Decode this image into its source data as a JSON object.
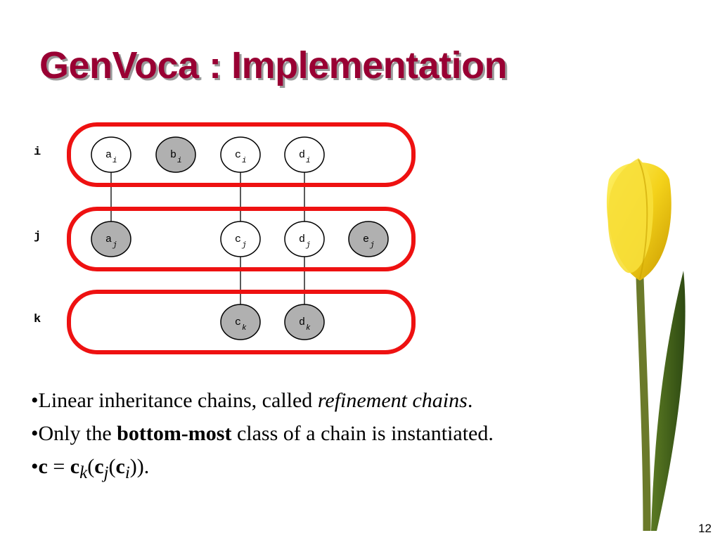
{
  "slide": {
    "title": "GenVoca : Implementation",
    "page_number": "12"
  },
  "diagram": {
    "levels": [
      {
        "label": "i",
        "nodes": [
          {
            "letter": "a",
            "sub": "i",
            "filled": false
          },
          {
            "letter": "b",
            "sub": "i",
            "filled": true
          },
          {
            "letter": "c",
            "sub": "i",
            "filled": false
          },
          {
            "letter": "d",
            "sub": "i",
            "filled": false
          }
        ]
      },
      {
        "label": "j",
        "nodes": [
          {
            "letter": "a",
            "sub": "j",
            "filled": true
          },
          {
            "letter": "c",
            "sub": "j",
            "filled": false
          },
          {
            "letter": "d",
            "sub": "j",
            "filled": false
          },
          {
            "letter": "e",
            "sub": "j",
            "filled": true
          }
        ]
      },
      {
        "label": "k",
        "nodes": [
          {
            "letter": "c",
            "sub": "k",
            "filled": true
          },
          {
            "letter": "d",
            "sub": "k",
            "filled": true
          }
        ]
      }
    ],
    "links": [
      [
        "a_i",
        "a_j"
      ],
      [
        "c_i",
        "c_j"
      ],
      [
        "d_i",
        "d_j"
      ],
      [
        "c_j",
        "c_k"
      ],
      [
        "d_j",
        "d_k"
      ]
    ],
    "colors": {
      "band": "#ee1111",
      "filled_node": "#b0b0b0",
      "empty_node": "#ffffff"
    }
  },
  "bullets": {
    "b1_prefix": "•Linear inheritance chains, called ",
    "b1_italic": "refinement chains",
    "b1_suffix": ".",
    "b2_prefix": "•Only the ",
    "b2_bold": "bottom-most",
    "b2_suffix": " class of a chain is instantiated.",
    "b3_bullet": "•",
    "b3_c": "c",
    "b3_eq": " = ",
    "b3_ck": "c",
    "b3_k": "k",
    "b3_open1": "(",
    "b3_cj": "c",
    "b3_j": "j",
    "b3_open2": "(",
    "b3_ci": "c",
    "b3_i": "i",
    "b3_close": ")).",
    "image_alt": "yellow tulip"
  }
}
